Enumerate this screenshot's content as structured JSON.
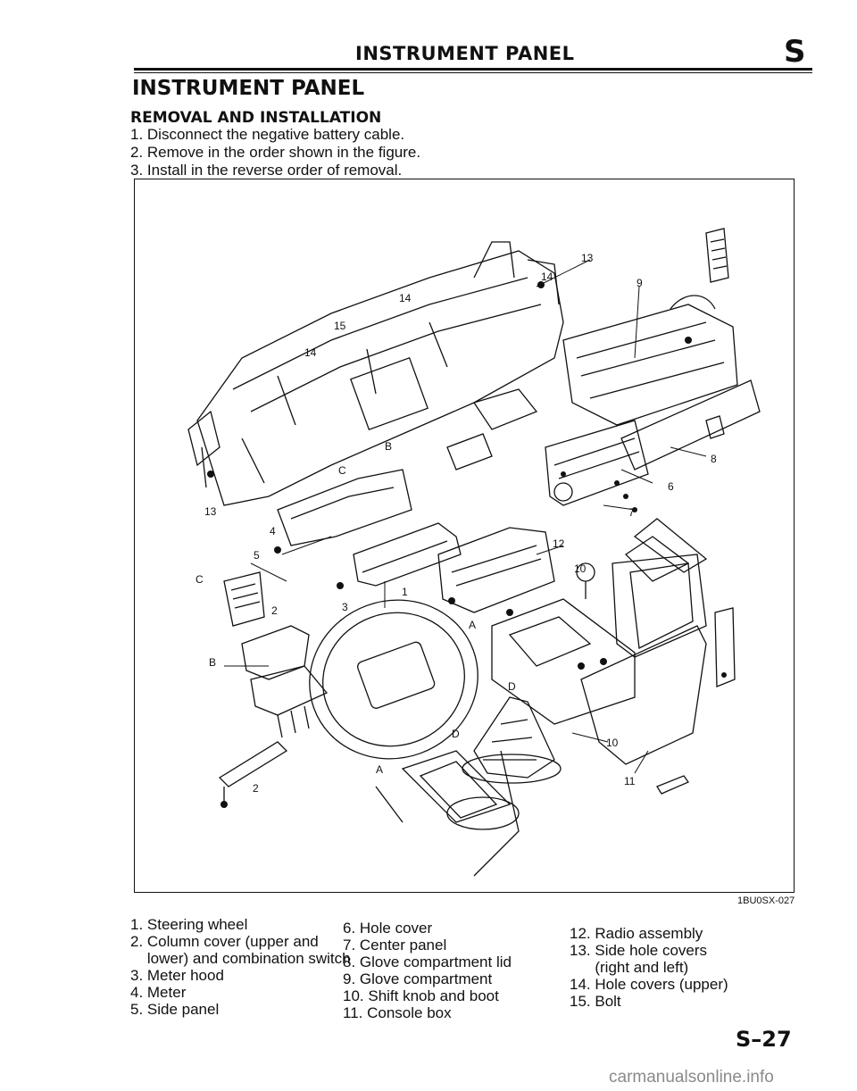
{
  "header": {
    "title": "INSTRUMENT PANEL",
    "section_letter": "S"
  },
  "heading": "INSTRUMENT PANEL",
  "subheading": "REMOVAL AND INSTALLATION",
  "steps": [
    "1. Disconnect the negative battery cable.",
    "2. Remove in the order shown in the figure.",
    "3. Install in the reverse order of removal."
  ],
  "figure": {
    "code": "1BU0SX-027",
    "callouts": {
      "c1": "1",
      "c2": "2",
      "c2b": "2",
      "c3": "3",
      "c4": "4",
      "c5": "5",
      "c6": "6",
      "c7": "7",
      "c8": "8",
      "c9": "9",
      "c10": "10",
      "c10b": "10",
      "c11": "11",
      "c12": "12",
      "c13": "13",
      "c13b": "13",
      "c14": "14",
      "c14b": "14",
      "c14c": "14",
      "c15": "15",
      "cA": "A",
      "cA2": "A",
      "cB": "B",
      "cB2": "B",
      "cC": "C",
      "cC2": "C",
      "cD": "D",
      "cD2": "D"
    }
  },
  "legend": {
    "col1": [
      "1. Steering wheel",
      "2. Column cover (upper and",
      "    lower) and combination switch",
      "3. Meter hood",
      "4. Meter",
      "5. Side panel"
    ],
    "col2": [
      "6. Hole cover",
      "7. Center panel",
      "8. Glove compartment lid",
      "9. Glove compartment",
      "10. Shift knob and boot",
      "11. Console box"
    ],
    "col3": [
      "12. Radio assembly",
      "13. Side hole covers",
      "      (right and left)",
      "14. Hole covers (upper)",
      "15. Bolt"
    ]
  },
  "page_number": "S–27",
  "watermark": "carmanualsonline.info"
}
